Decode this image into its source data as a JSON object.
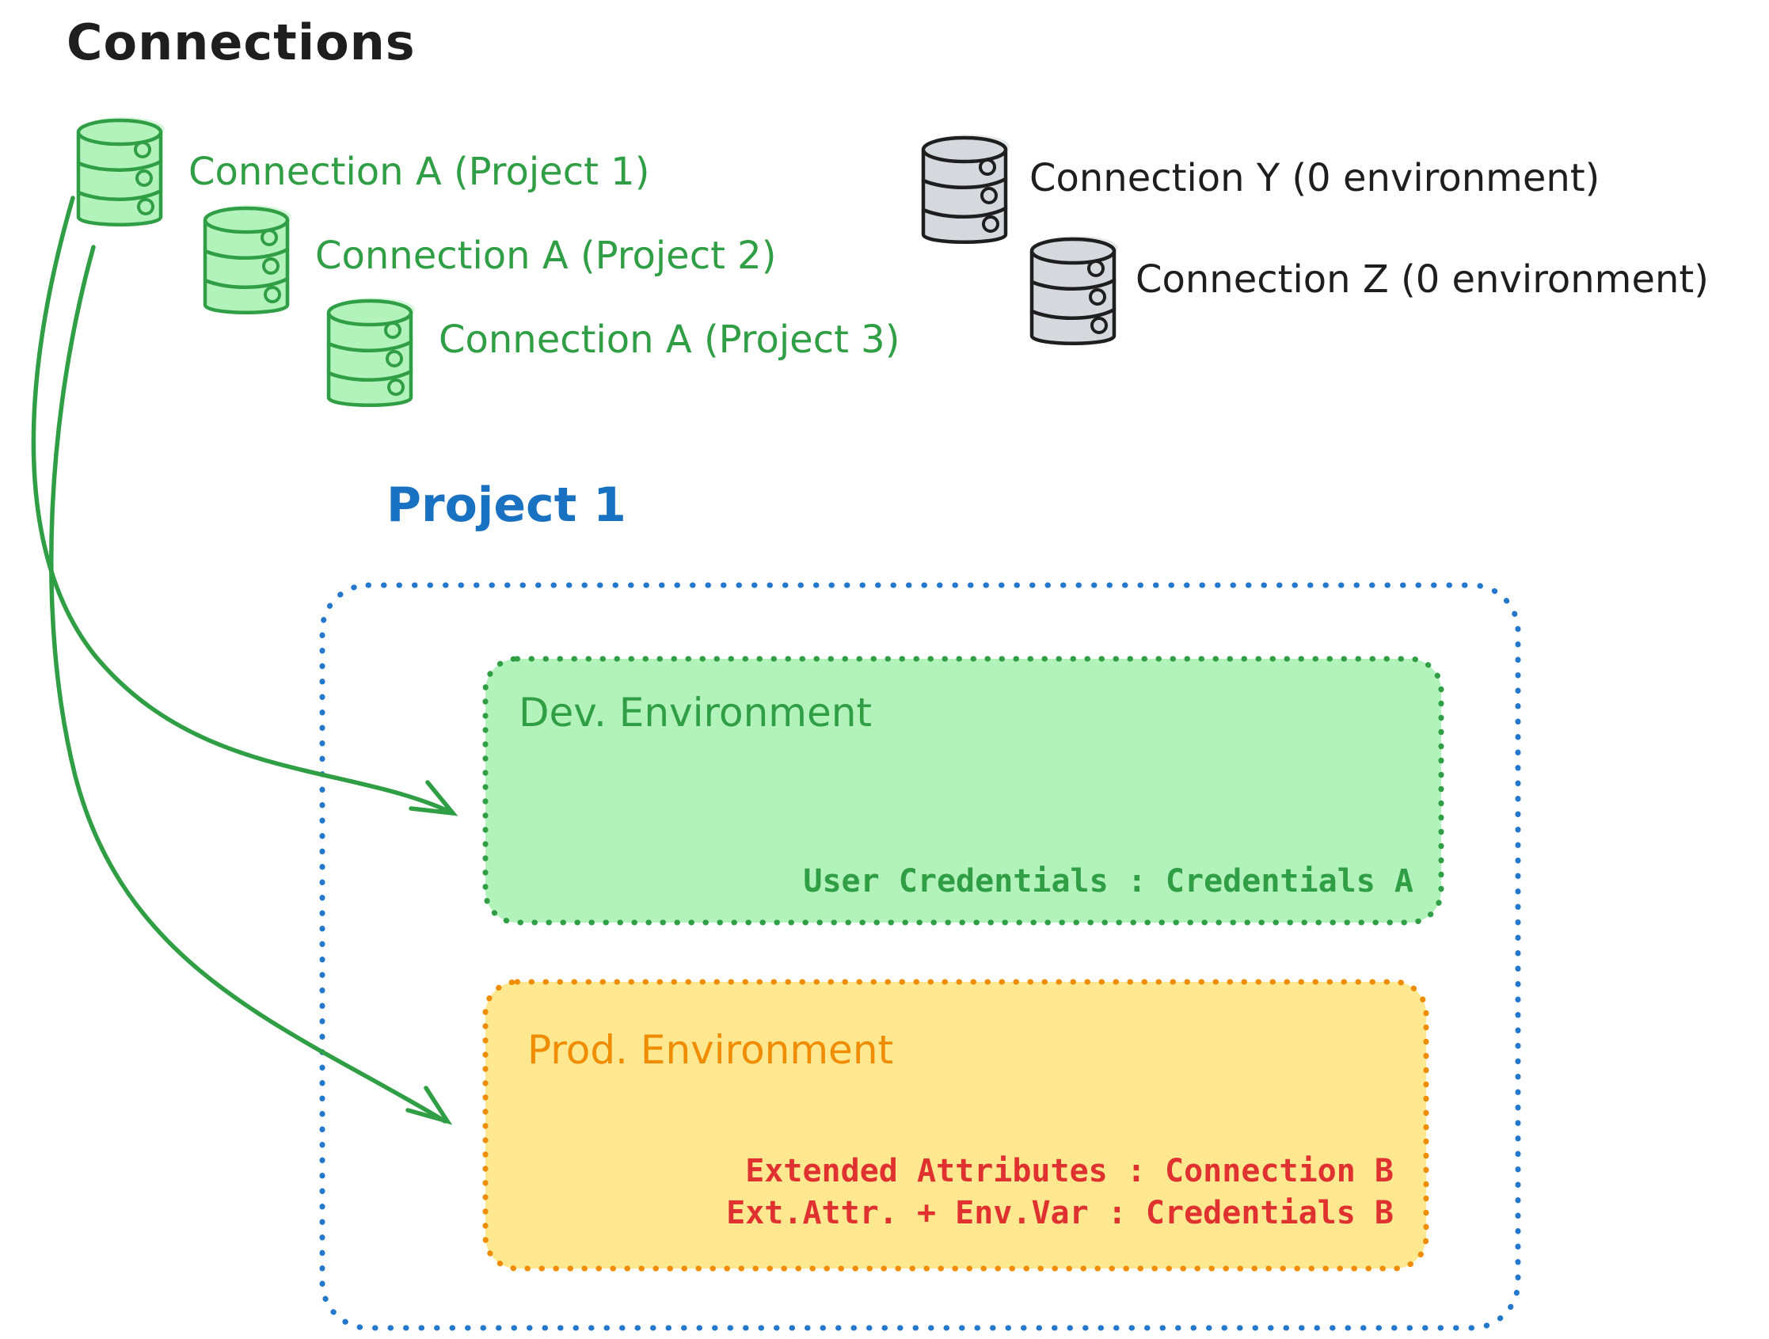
{
  "title": "Connections",
  "colors": {
    "ink": "#1e1e1e",
    "green": "#2f9e44",
    "green_fill": "#b2f2bb",
    "green_halo": "#d9f7de",
    "blue_border": "#2478cc",
    "blue_text": "#1971c2",
    "orange": "#f08c00",
    "yellow_fill": "#ffe88f",
    "red": "#e03131",
    "gray_fill": "#d5d9de",
    "gray_halo": "#e6e9ec"
  },
  "connections": {
    "project_scoped": [
      {
        "label": "Connection A (Project 1)"
      },
      {
        "label": "Connection A (Project 2)"
      },
      {
        "label": "Connection A (Project 3)"
      }
    ],
    "unscoped": [
      {
        "label": "Connection Y (0 environment)"
      },
      {
        "label": "Connection Z (0 environment)"
      }
    ]
  },
  "project": {
    "title": "Project 1",
    "dev_environment": {
      "title": "Dev. Environment",
      "mapping": "User Credentials : Credentials A"
    },
    "prod_environment": {
      "title": "Prod. Environment",
      "mappings": [
        "Extended Attributes : Connection B",
        "Ext.Attr. + Env.Var : Credentials B"
      ]
    }
  }
}
